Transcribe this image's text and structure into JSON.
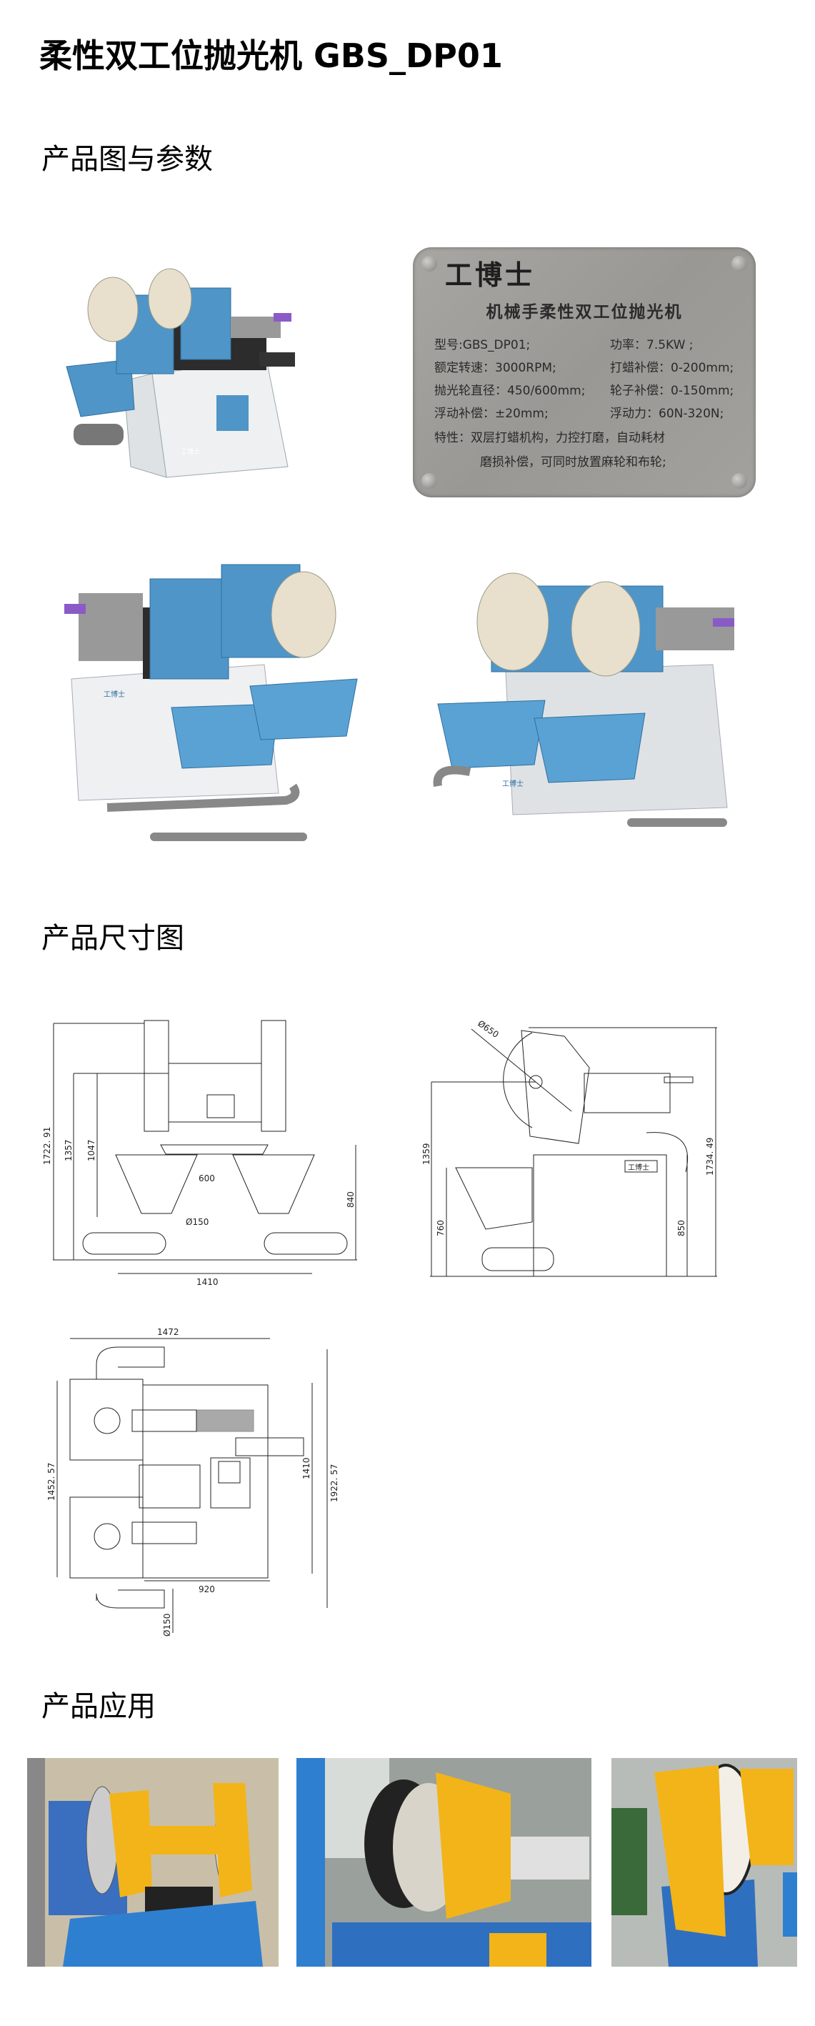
{
  "page": {
    "title": "柔性双工位抛光机 GBS_DP01",
    "sections": {
      "product_images": "产品图与参数",
      "dimensions": "产品尺寸图",
      "application": "产品应用"
    }
  },
  "nameplate": {
    "brand": "工博士",
    "product_name": "机械手柔性双工位抛光机",
    "specs_left": [
      "型号:GBS_DP01;",
      "额定转速：3000RPM;",
      "抛光轮直径：450/600mm;",
      "浮动补偿：±20mm;"
    ],
    "specs_right": [
      "功率：7.5KW ;",
      "打蜡补偿：0-200mm;",
      "轮子补偿：0-150mm;",
      "浮动力：60N-320N;"
    ],
    "features_line1": "特性：双层打蜡机构，力控打磨，自动耗材",
    "features_line2": "磨损补偿，可同时放置麻轮和布轮;"
  },
  "renders": {
    "machine_label": "工博士",
    "colors": {
      "housing": "#4f95c8",
      "base": "#eef0f2",
      "wheel": "#e8e0cc"
    }
  },
  "drawings": {
    "front": {
      "overall_height": "1722. 91",
      "axis_height": "1357",
      "hopper_height": "1047",
      "hopper_width": "600",
      "outlet_diameter": "Ø150",
      "base_height": "840",
      "base_width": "1410"
    },
    "side": {
      "wheel_diameter": "Ø650",
      "axis_height": "1359",
      "hopper_height": "760",
      "base_height": "850",
      "overall_height": "1734. 49",
      "plate_label": "工博士"
    },
    "top": {
      "overall_width": "1472",
      "left_depth": "1452. 57",
      "base_depth": "1410",
      "overall_depth": "1922. 57",
      "base_width": "920",
      "outlet_diameter": "Ø150"
    }
  },
  "photos": {
    "colors": {
      "yellow": "#f2b418",
      "blue": "#2f7fd0"
    }
  }
}
